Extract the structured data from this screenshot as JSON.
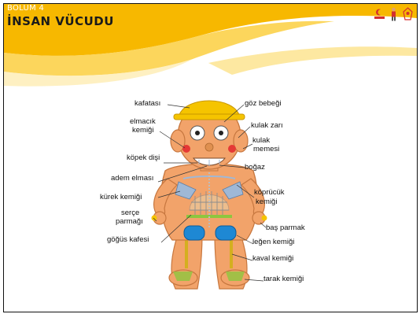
{
  "header": {
    "chapter": "BÖLÜM 4",
    "title": "İNSAN VÜCUDU"
  },
  "logos": [
    "red-crescent-logo-icon",
    "child-figure-logo-icon",
    "organization-logo-icon"
  ],
  "colors": {
    "header_yellow": "#f7b800",
    "header_light": "#fde28a",
    "skin": "#f2a36a",
    "skin_dark": "#d98850",
    "hat": "#f5c400",
    "bone": "#9fb8d6",
    "pelvis": "#1e88d4",
    "green": "#7fbf3f"
  },
  "labels": {
    "kafatasi": "kafatası",
    "goz_bebegi": "göz bebeği",
    "elmacik_1": "elmacık",
    "elmacik_2": "kemiği",
    "kulak_zari": "kulak zarı",
    "kulak_memesi_1": "kulak",
    "kulak_memesi_2": "memesi",
    "kopek_disi": "köpek dişi",
    "bogaz": "boğaz",
    "adem_elmasi": "adem elması",
    "kopruculuk_1": "köprücük",
    "kopruculuk_2": "kemiği",
    "kurek_kemigi": "kürek kemiği",
    "serce_1": "serçe",
    "serce_2": "parmağı",
    "bas_parmak": "baş parmak",
    "gogus_kafesi": "göğüs kafesi",
    "legen_kemigi": "leğen kemiği",
    "kaval_kemigi": "kaval kemiği",
    "tarak_kemigi": "tarak kemiği"
  }
}
